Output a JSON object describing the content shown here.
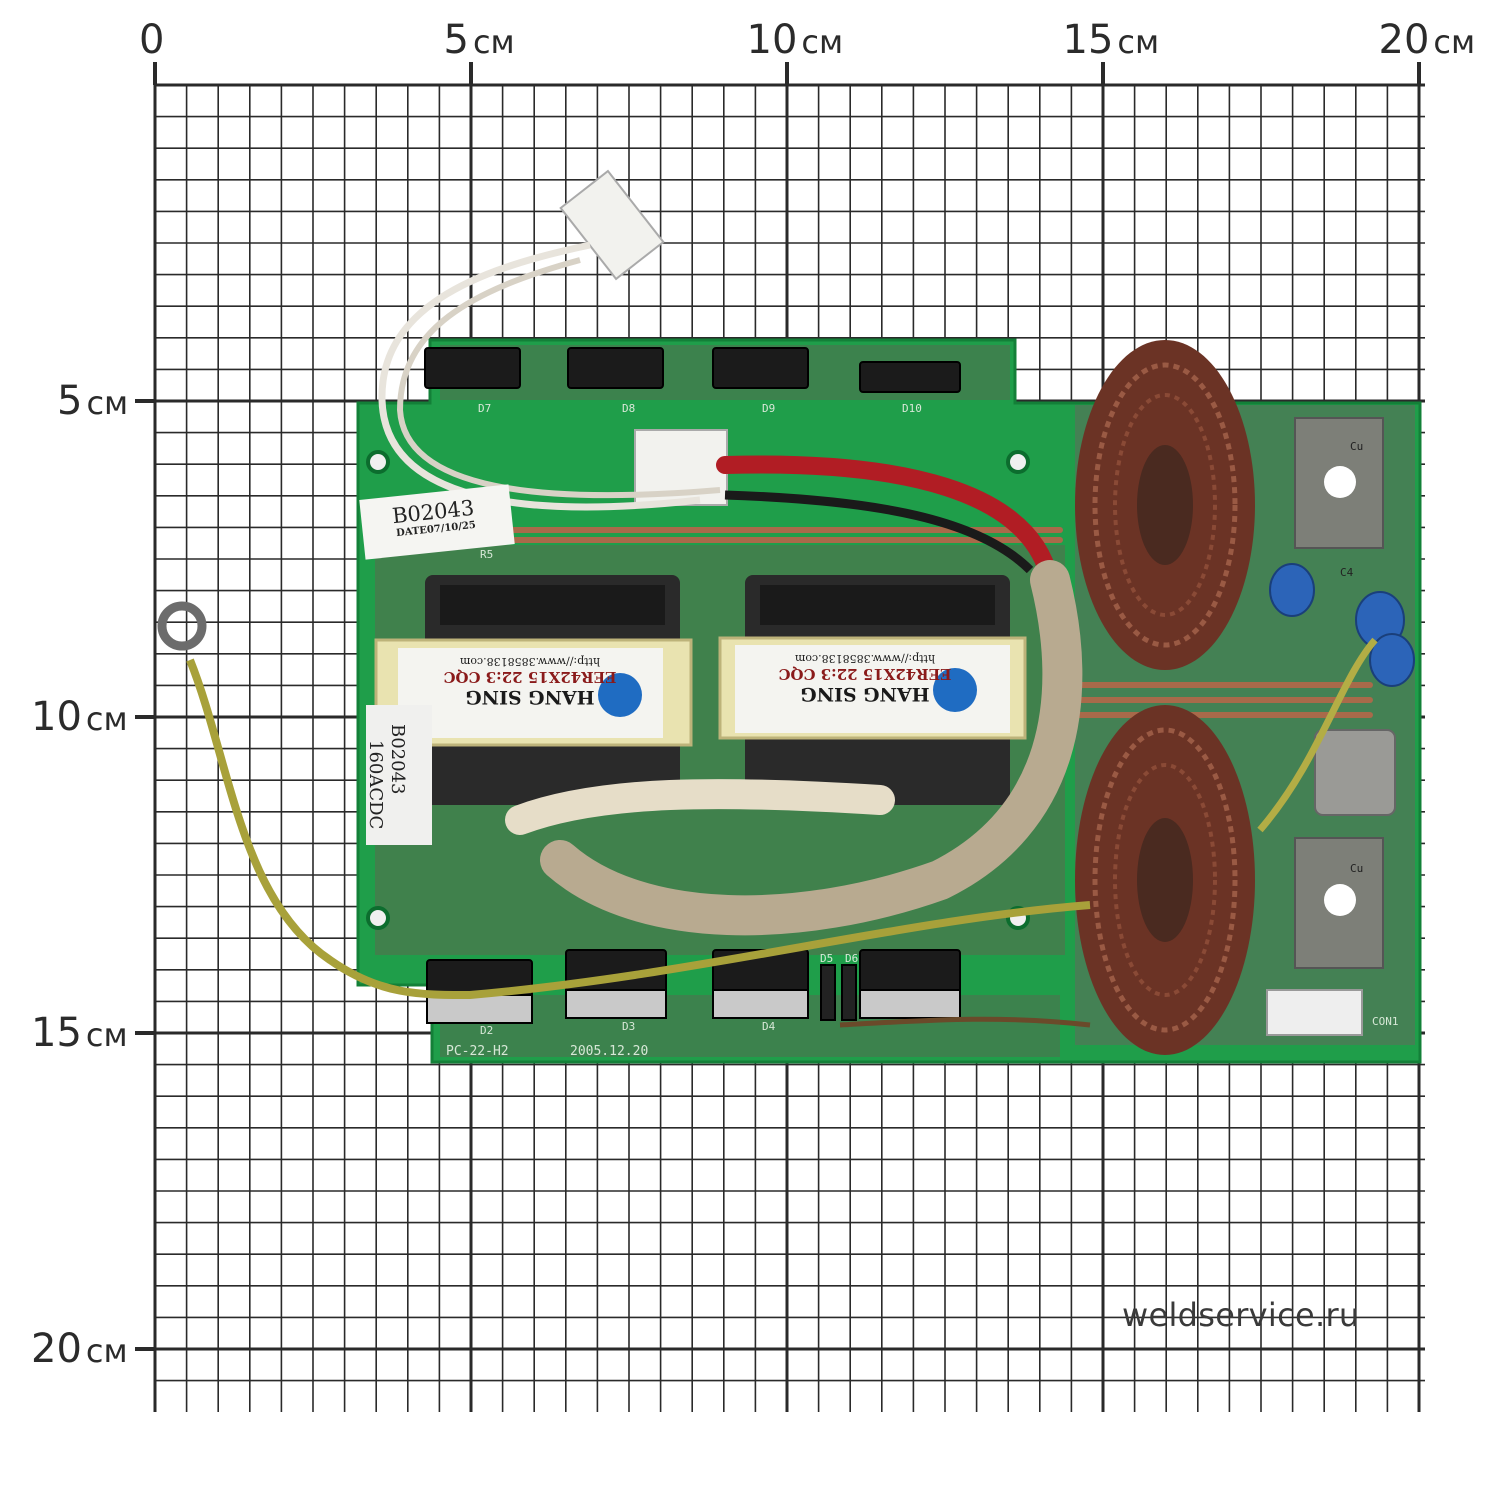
{
  "grid": {
    "x_axis_labels": [
      {
        "num": "0",
        "unit": ""
      },
      {
        "num": "5",
        "unit": "см"
      },
      {
        "num": "10",
        "unit": "см"
      },
      {
        "num": "15",
        "unit": "см"
      },
      {
        "num": "20",
        "unit": "см"
      }
    ],
    "y_axis_labels": [
      {
        "num": "5",
        "unit": "см"
      },
      {
        "num": "10",
        "unit": "см"
      },
      {
        "num": "15",
        "unit": "см"
      },
      {
        "num": "20",
        "unit": "см"
      }
    ]
  },
  "watermark": "weldservice.ru",
  "board": {
    "sticker_id": "B02043",
    "sticker_date": "DATE07/10/25",
    "side_sticker_model": "160ACDC",
    "side_sticker_id": "B02043",
    "pcb_code": "PC-22-H2",
    "pcb_date": "2005.12.20",
    "silkscreen": [
      "D7",
      "D8",
      "D9",
      "D10",
      "D2",
      "D3",
      "D4",
      "D5",
      "D6",
      "R5",
      "C4",
      "CON1",
      "Cu",
      "Cu"
    ],
    "transformers": [
      {
        "brand": "HANG SING",
        "model": "EER42X15 22:3",
        "cqc": "CQC",
        "url": "http://www.3858138.com"
      },
      {
        "brand": "HANG SING",
        "model": "EER42X15 22:3",
        "cqc": "CQC",
        "url": "http://www.3858138.com"
      }
    ]
  },
  "colors": {
    "grid_line": "#2a2a2a",
    "pcb_green": "#1f9e4a",
    "copper_coil": "#7a3b2a"
  }
}
